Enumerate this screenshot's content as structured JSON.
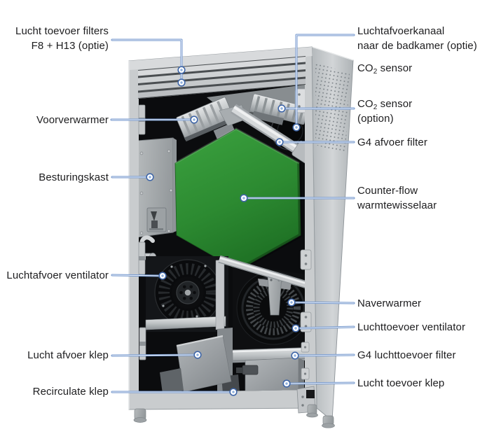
{
  "figure": {
    "type": "labeled-cutaway-diagram",
    "subject": "Heat recovery ventilation unit with callout labels"
  },
  "colors": {
    "leader_line_blue": "#7296cc",
    "callout_dot_ring": "#3f66a8",
    "heat_exchanger_green": "#2e8c33",
    "casing_grey": "#c9ccce",
    "label_text": "#1d1d1f"
  },
  "labels": {
    "left": [
      {
        "line1": "Lucht toevoer filters",
        "line2": "F8 + H13 (optie)"
      },
      {
        "text": "Voorverwarmer"
      },
      {
        "text": "Besturingskast"
      },
      {
        "text": "Luchtafvoer ventilator"
      },
      {
        "text": "Lucht afvoer klep"
      },
      {
        "text": "Recirculate klep"
      }
    ],
    "right": [
      {
        "line1": "Luchtafvoerkanaal",
        "line2": "naar de badkamer (optie)"
      },
      {
        "pre": "CO",
        "sub": "2",
        "post": " sensor"
      },
      {
        "pre": "CO",
        "sub": "2",
        "post": " sensor",
        "line2": "(option)"
      },
      {
        "text": "G4 afvoer filter"
      },
      {
        "line1": "Counter-flow",
        "line2": "warmtewisselaar"
      },
      {
        "text": "Naverwarmer"
      },
      {
        "text": "Luchttoevoer ventilator"
      },
      {
        "text": "G4 luchttoevoer filter"
      },
      {
        "text": "Lucht toevoer klep"
      }
    ]
  }
}
